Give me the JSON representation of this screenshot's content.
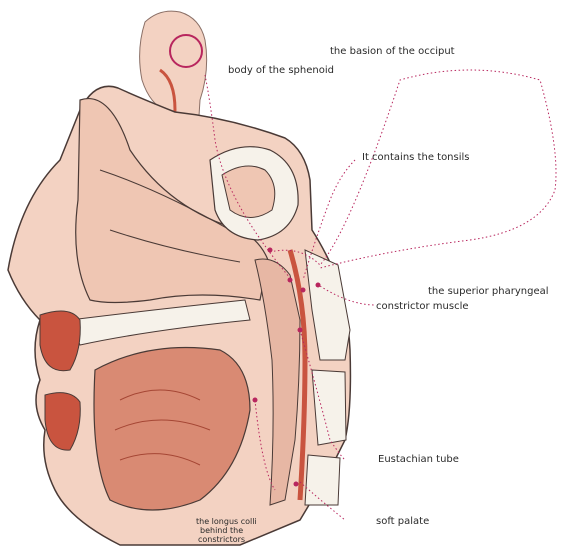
{
  "labels": {
    "basion": "the basion of the occiput",
    "sphenoid": "body of the sphenoid",
    "tonsils": "It contains the tonsils",
    "superior_pharyngeal_1": "the superior pharyngeal",
    "superior_pharyngeal_2": "constrictor muscle",
    "eustachian": "Eustachian tube",
    "soft_palate": "soft palate",
    "tongue_1": "the longus colli",
    "tongue_2": "behind the",
    "tongue_3": "constrictors"
  },
  "colors": {
    "skin": "#f3d2c2",
    "tissue": "#e7b7a4",
    "muscle": "#c9543f",
    "bone": "#f6f2ea",
    "pointer": "#b8265e"
  }
}
